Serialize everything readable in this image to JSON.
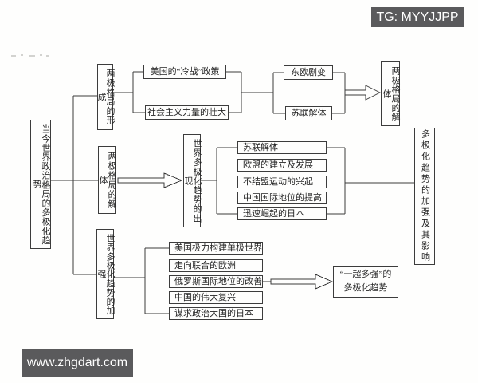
{
  "overlays": {
    "tg_badge": "TG: MYYJJPP",
    "watermark": "www.zhgdart.com"
  },
  "colors": {
    "ink": "#3c3c3c",
    "badge_bg": "#5a5a5c",
    "paper": "#fefefd"
  },
  "diagram": {
    "root": "当今世界政治格局的多极化趋势",
    "branch1": {
      "title": "两极格局的形成",
      "causes": [
        "美国的“冷战”政策",
        "社会主义力量的壮大"
      ],
      "events": [
        "东欧剧变",
        "苏联解体"
      ],
      "result": "两极格局的解体"
    },
    "branch2": {
      "title": "两极格局的解体",
      "emergence": "世界多极化趋势的出现",
      "factors": [
        "苏联解体",
        "欧盟的建立及发展",
        "不结盟运动的兴起",
        "中国国际地位的提高",
        "迅速崛起的日本"
      ],
      "outcome": "多极化趋势的加强及其影响"
    },
    "branch3": {
      "title": "世界多极化趋势的加强",
      "factors": [
        "美国极力构建单极世界",
        "走向联合的欧洲",
        "俄罗斯国际地位的改善",
        "中国的伟大复兴",
        "谋求政治大国的日本"
      ],
      "result_line1": "“一超多强”的",
      "result_line2": "多极化趋势"
    }
  }
}
